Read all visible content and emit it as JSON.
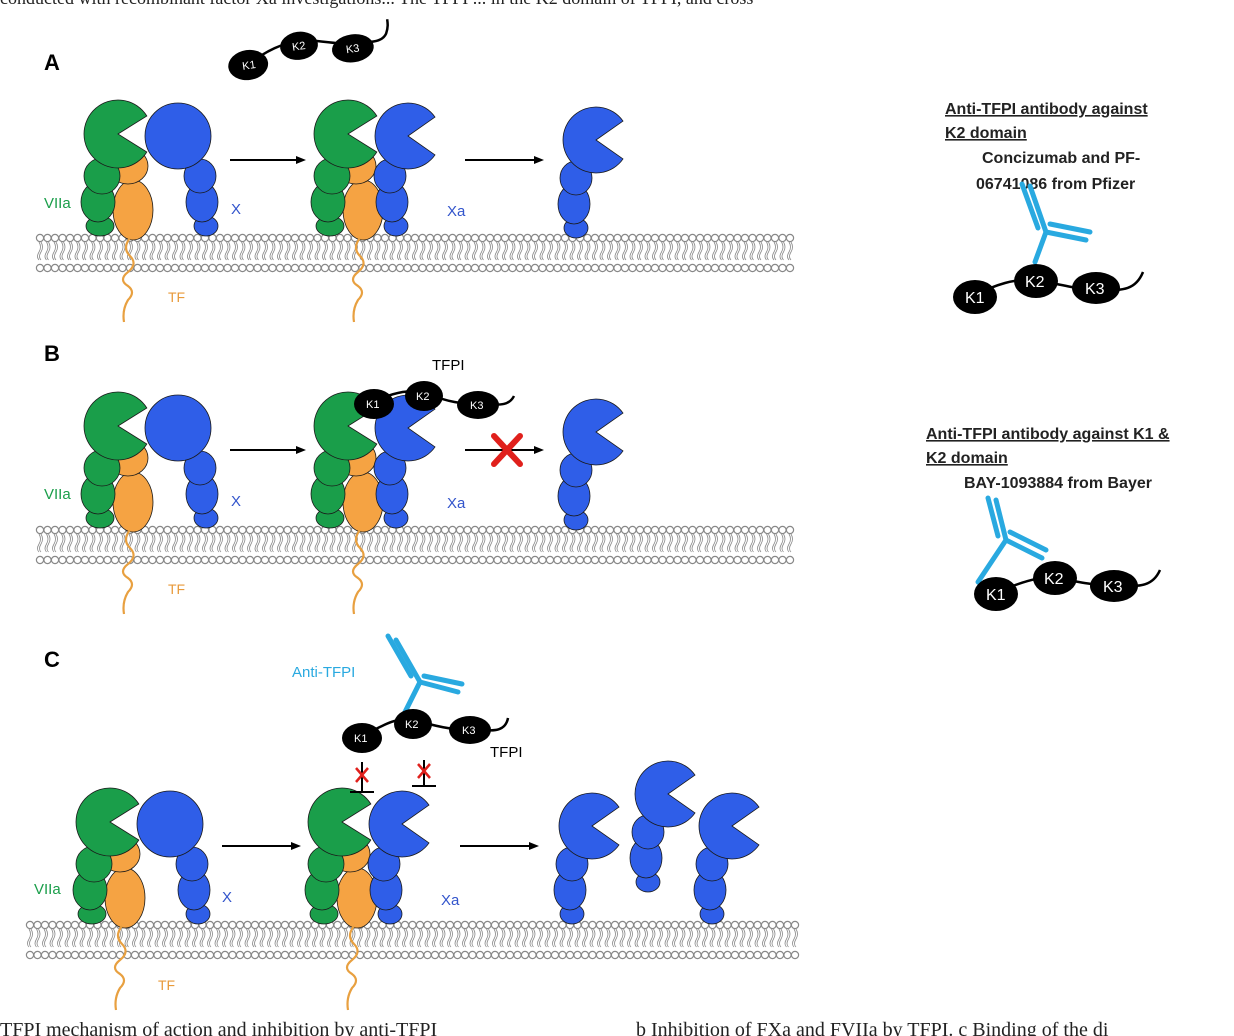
{
  "top_caption_fragment": "conducted with recombinant factor Xa investigations... The TFPI ... in the K2 domain of TFPI, and cross",
  "bottom_caption": {
    "left": "TFPI mechanism of action and inhibition by anti-TFPI",
    "right": "b Inhibition of FXa and FVIIa by TFPI. c Binding of the di"
  },
  "panels": [
    {
      "letter": "A"
    },
    {
      "letter": "B"
    },
    {
      "letter": "C"
    }
  ],
  "labels": {
    "viia": "VIIa",
    "x": "X",
    "xa": "Xa",
    "tf": "TF",
    "tfpi": "TFPI",
    "anti_tfpi": "Anti-TFPI",
    "k1": "K1",
    "k2": "K2",
    "k3": "K3"
  },
  "antibody_k2": {
    "heading_line1": "Anti-TFPI antibody against",
    "heading_line2": "K2 domain",
    "detail_line1": "Concizumab and PF-",
    "detail_line2": "06741086  from Pfizer"
  },
  "antibody_k1k2": {
    "heading_line1": "Anti-TFPI antibody against K1 &",
    "heading_line2": "K2 domain",
    "detail_line1": "BAY-1093884  from Bayer"
  },
  "colors": {
    "viia": "#1a9e4a",
    "x": "#2f5ee8",
    "tf": "#f5a343",
    "tf_line": "#e8a040",
    "antibody": "#29a9e0",
    "tfpi": "#000000",
    "block_x": "#e0201c",
    "membrane": "#888888",
    "viia_text": "#1a9e4a",
    "x_text": "#3355cc",
    "tf_text": "#e89a3a"
  }
}
